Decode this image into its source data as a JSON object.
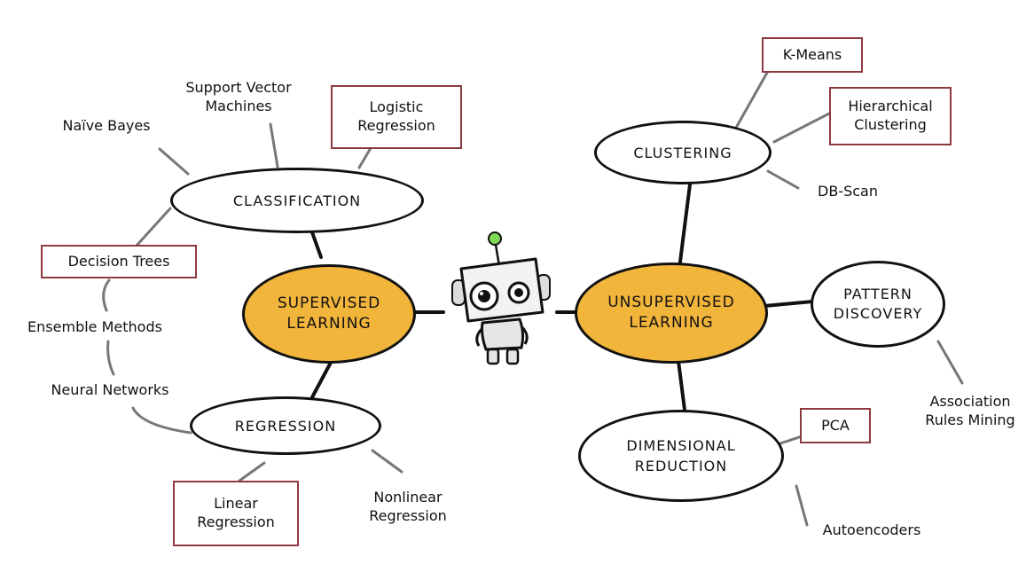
{
  "mindmap": {
    "supervised": {
      "label": "SUPERVISED\nLEARNING",
      "classification": {
        "label": "CLASSIFICATION",
        "leaves": {
          "naive_bayes": "Naïve Bayes",
          "svm": "Support Vector\nMachines",
          "logistic": "Logistic\nRegression",
          "decision_trees": "Decision Trees",
          "ensemble": "Ensemble Methods",
          "neural_networks": "Neural Networks"
        }
      },
      "regression": {
        "label": "REGRESSION",
        "leaves": {
          "linear": "Linear\nRegression",
          "nonlinear": "Nonlinear\nRegression"
        }
      }
    },
    "unsupervised": {
      "label": "UNSUPERVISED\nLEARNING",
      "clustering": {
        "label": "CLUSTERING",
        "leaves": {
          "kmeans": "K-Means",
          "hierarchical": "Hierarchical\nClustering",
          "dbscan": "DB-Scan"
        }
      },
      "pattern_discovery": {
        "label": "PATTERN\nDISCOVERY",
        "leaves": {
          "association": "Association\nRules Mining"
        }
      },
      "dimensional_reduction": {
        "label": "DIMENSIONAL\nREDUCTION",
        "leaves": {
          "pca": "PCA",
          "autoencoders": "Autoencoders"
        }
      }
    }
  },
  "colors": {
    "core_fill": "#f2b53c",
    "box_border": "#8d3a3f",
    "thick_line": "#111111",
    "thin_line": "#777777",
    "robot_eye_light": "#7ed957"
  }
}
